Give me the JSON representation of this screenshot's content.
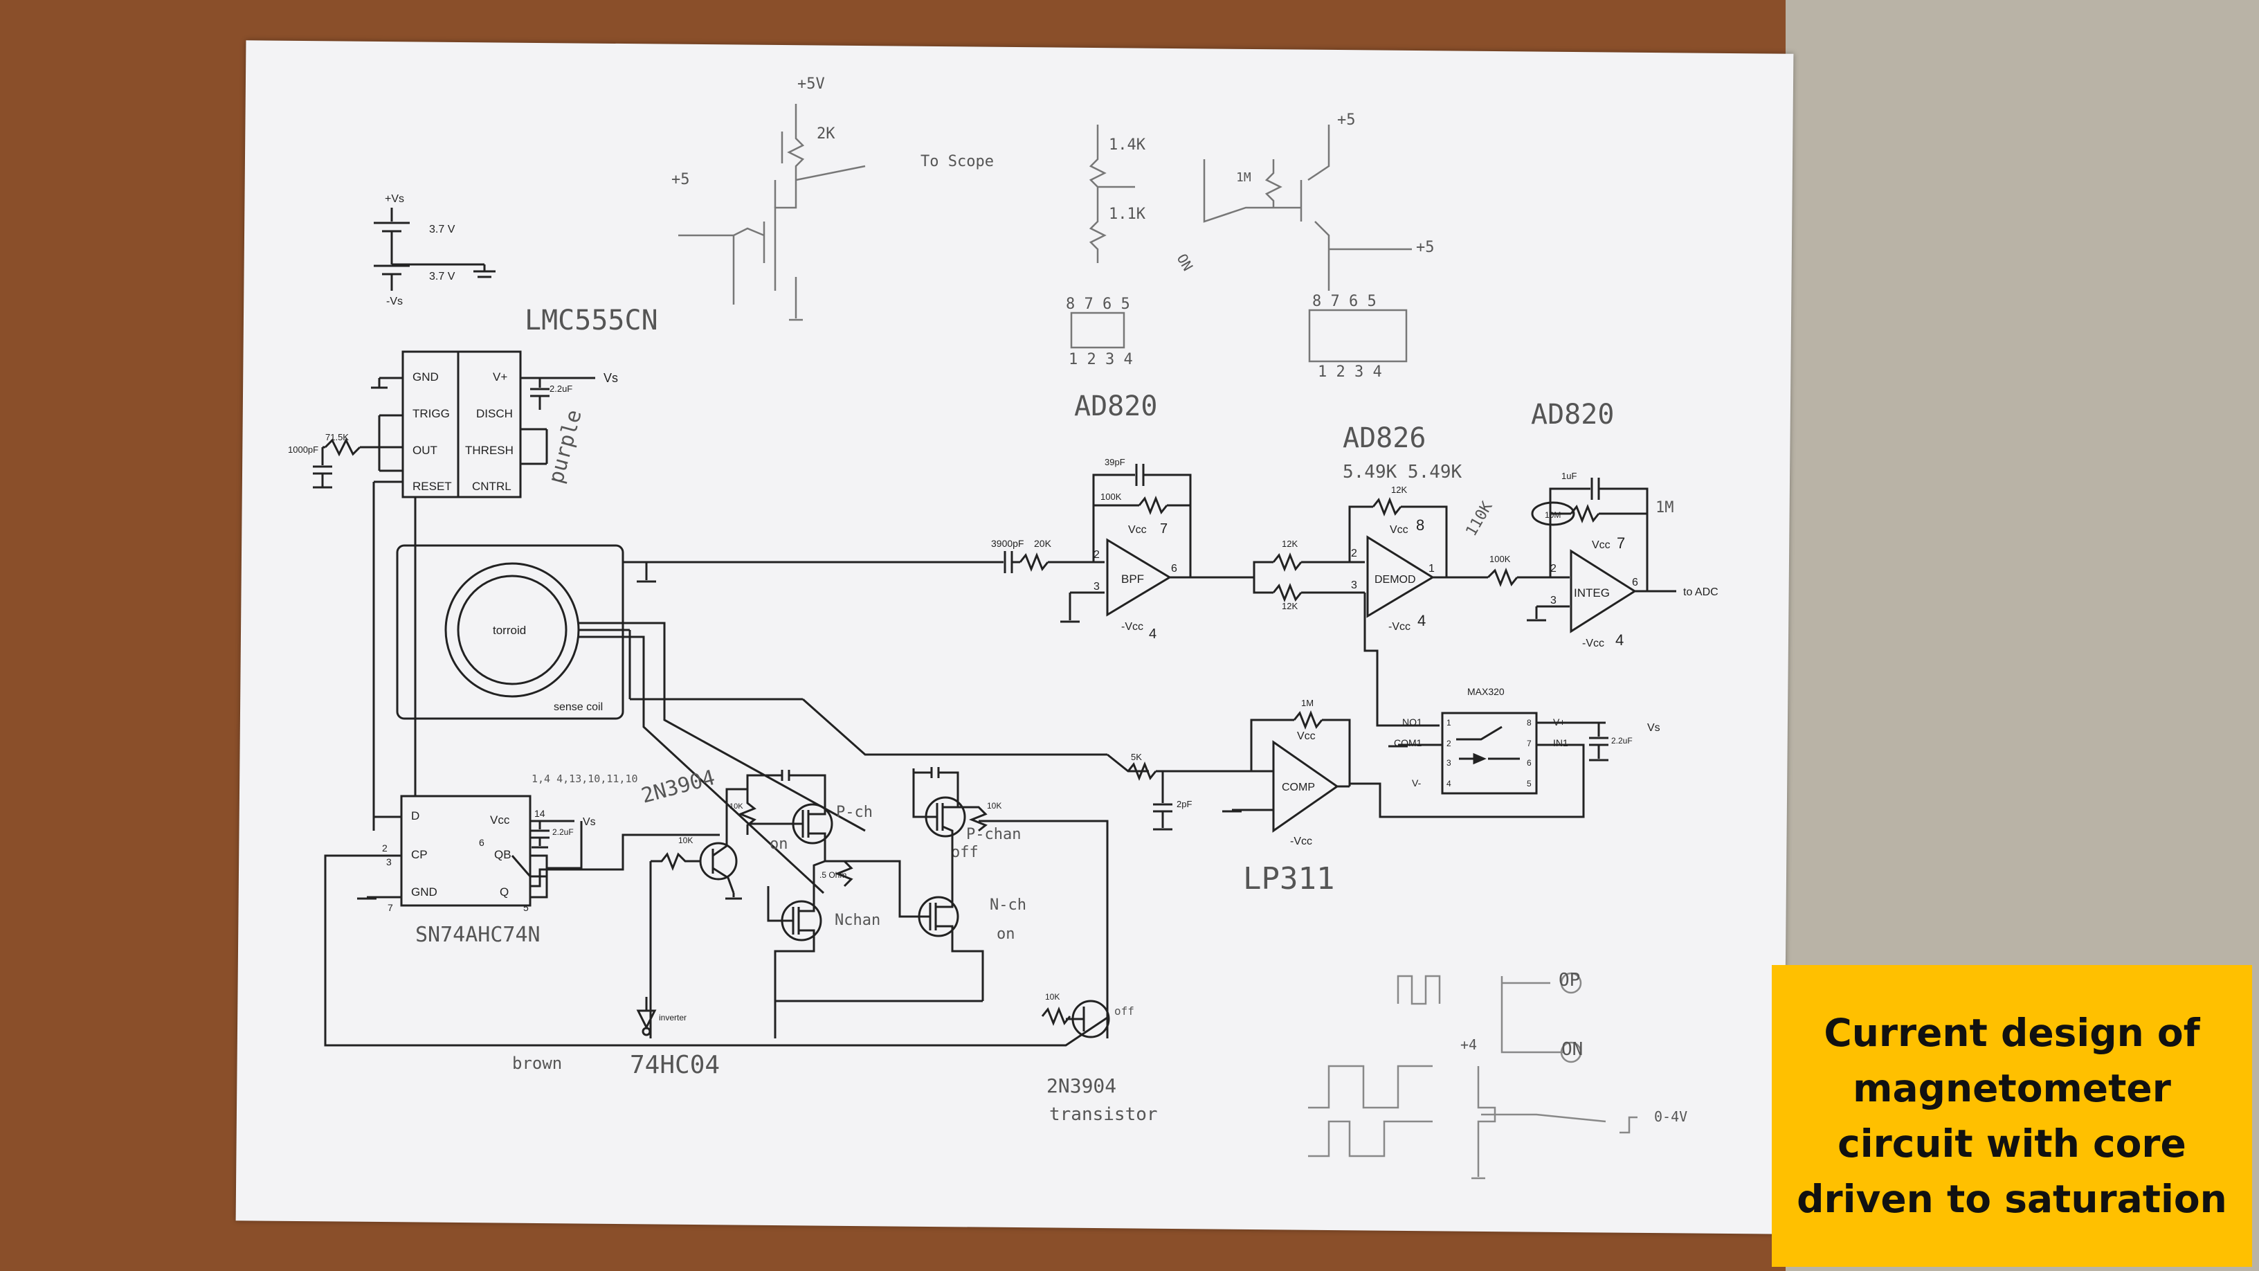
{
  "caption": "Current design of magnetometer circuit with core driven to saturation",
  "colors": {
    "caption_bg": "#ffc000",
    "paper": "#f3f3f5",
    "desk": "#8a4f2a",
    "floor": "#b9b3a6"
  },
  "supply": {
    "vs_pos": "+Vs",
    "vs_neg": "-Vs",
    "cell_1": "3.7 V",
    "cell_2": "3.7 V"
  },
  "timer": {
    "part": "LMC555CN",
    "pins": [
      "GND",
      "TRIGG",
      "OUT",
      "RESET",
      "V+",
      "DISCH",
      "THRESH",
      "CNTRL"
    ],
    "r_timing": "71.5K",
    "c_timing": "1000pF",
    "c_supply": "2.2uF",
    "supply_label": "Vs",
    "wire_note": "purple"
  },
  "coil": {
    "torroid": "torroid",
    "sense_coil": "sense coil"
  },
  "bpf": {
    "name": "BPF",
    "c_in": "3900pF",
    "r_in": "20K",
    "c_fb": "39pF",
    "r_fb": "100K",
    "vcc": "Vcc",
    "vee": "-Vcc",
    "pin_inv": "2",
    "pin_noninv": "3",
    "pin_out": "6",
    "pin_vcc": "7",
    "pin_vee": "4"
  },
  "demod": {
    "name": "DEMOD",
    "part": "AD826",
    "note": "5.49K 5.49K",
    "r_fb": "12K",
    "r_in1": "12K",
    "r_in2": "12K",
    "vcc": "Vcc",
    "vee": "-Vcc",
    "pin_vcc": "8",
    "pin_vee": "4",
    "pin_out": "1",
    "pin_inv": "2",
    "pin_noninv": "3"
  },
  "integ": {
    "name": "INTEG",
    "part": "AD820",
    "c_fb": "1uF",
    "r_fb": "10M",
    "r_fb_note": "1M",
    "r_in": "100K",
    "r_in_note": "110K",
    "vcc": "Vcc",
    "vee": "-Vcc",
    "pin_vcc": "7",
    "pin_vee": "4",
    "pin_out": "6",
    "pin_inv": "2",
    "pin_noninv": "3",
    "out_label": "to ADC"
  },
  "mux": {
    "part": "MAX320",
    "left_pins": [
      "NO1",
      "COM1",
      "",
      "V-"
    ],
    "right_pins": [
      "V+",
      "IN1",
      "",
      ""
    ],
    "pin_nums_left": [
      "1",
      "2",
      "3",
      "4"
    ],
    "pin_nums_right": [
      "8",
      "7",
      "6",
      "5"
    ],
    "c_supply": "2.2uF",
    "supply_label": "Vs"
  },
  "comp": {
    "name": "COMP",
    "part": "LP311",
    "r_fb": "1M",
    "r_in": "5K",
    "c_in": "2pF",
    "vcc": "Vcc",
    "vee": "-Vcc"
  },
  "flipflop": {
    "part": "SN74AHC74N",
    "pins": [
      "D",
      "CP",
      "GND",
      "Vcc",
      "QB",
      "Q"
    ],
    "pin_nums": [
      "2",
      "3",
      "7",
      "14",
      "6",
      "5"
    ],
    "c_supply": "2.2uF",
    "supply_label": "Vs",
    "note": "1,4 4,13,10,11,10"
  },
  "driver": {
    "q1": "2N3904",
    "q1_r": "10K",
    "q2": "2N3904",
    "q2_r": "10K",
    "q2_note": "transistor",
    "q2_state": "off",
    "p1_label": "P-ch",
    "p1_state": "on",
    "p2_label": "P-chan",
    "p2_state": "off",
    "n1_label": "Nchan",
    "n2_label": "N-ch",
    "n2_state": "on",
    "r_sense": ".5 Ohm",
    "r_gate1": "10K",
    "r_gate2": "10K",
    "inverter": "inverter",
    "inverter_part": "74HC04",
    "wire_note": "brown"
  },
  "sketches": {
    "top_left": {
      "supply": "+5V",
      "r": "2K",
      "to_scope": "To Scope",
      "plus5": "+5"
    },
    "top_mid": {
      "r1": "1.4K",
      "r2": "1.1K",
      "pins_top": "8 7 6 5",
      "pins_bottom": "1 2 3 4",
      "part": "AD820"
    },
    "top_right": {
      "plus5": "+5",
      "r": "1M",
      "pins_top": "8 7 6 5",
      "pins_bottom": "1 2 3 4",
      "label_on": "ON"
    },
    "bottom_right": {
      "op": "OP",
      "on": "ON",
      "plus4": "+4",
      "range": "0-4V"
    }
  }
}
